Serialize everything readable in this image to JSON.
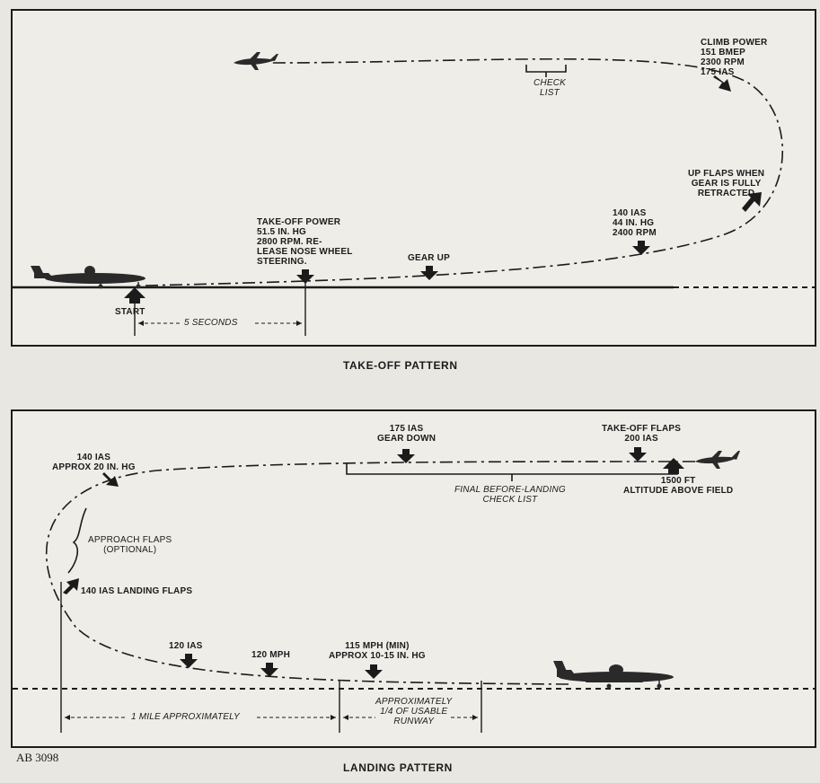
{
  "takeoff": {
    "caption": "TAKE-OFF PATTERN",
    "labels": {
      "start": "START",
      "five_seconds": "5 SECONDS",
      "takeoff_power": [
        "TAKE-OFF POWER",
        "51.5 IN. HG",
        "2800 RPM. RE-",
        "LEASE NOSE WHEEL",
        "STEERING."
      ],
      "gear_up": "GEAR UP",
      "ias_140": [
        "140 IAS",
        "44 IN. HG",
        "2400 RPM"
      ],
      "up_flaps": [
        "UP FLAPS WHEN",
        "GEAR IS FULLY",
        "RETRACTED"
      ],
      "climb_power": [
        "CLIMB POWER",
        "151 BMEP",
        "2300 RPM",
        "175 IAS"
      ],
      "check_list": [
        "CHECK",
        "LIST"
      ]
    }
  },
  "landing": {
    "caption": "LANDING PATTERN",
    "labels": {
      "ias_140_approx": [
        "140 IAS",
        "APPROX 20 IN. HG"
      ],
      "approach_flaps": [
        "APPROACH FLAPS",
        "(OPTIONAL)"
      ],
      "landing_flaps": "140 IAS LANDING FLAPS",
      "ias_120": "120 IAS",
      "mph_120": "120 MPH",
      "mph_115": [
        "115 MPH (MIN)",
        "APPROX 10-15 IN. HG"
      ],
      "gear_down": [
        "175 IAS",
        "GEAR DOWN"
      ],
      "final_checklist": [
        "FINAL BEFORE-LANDING",
        "CHECK LIST"
      ],
      "takeoff_flaps": [
        "TAKE-OFF FLAPS",
        "200 IAS"
      ],
      "altitude": [
        "1500 FT",
        "ALTITUDE ABOVE FIELD"
      ],
      "one_mile": "1 MILE APPROXIMATELY",
      "quarter_runway": [
        "APPROXIMATELY",
        "1/4 OF USABLE",
        "RUNWAY"
      ]
    }
  },
  "figure_number": "AB 3098"
}
